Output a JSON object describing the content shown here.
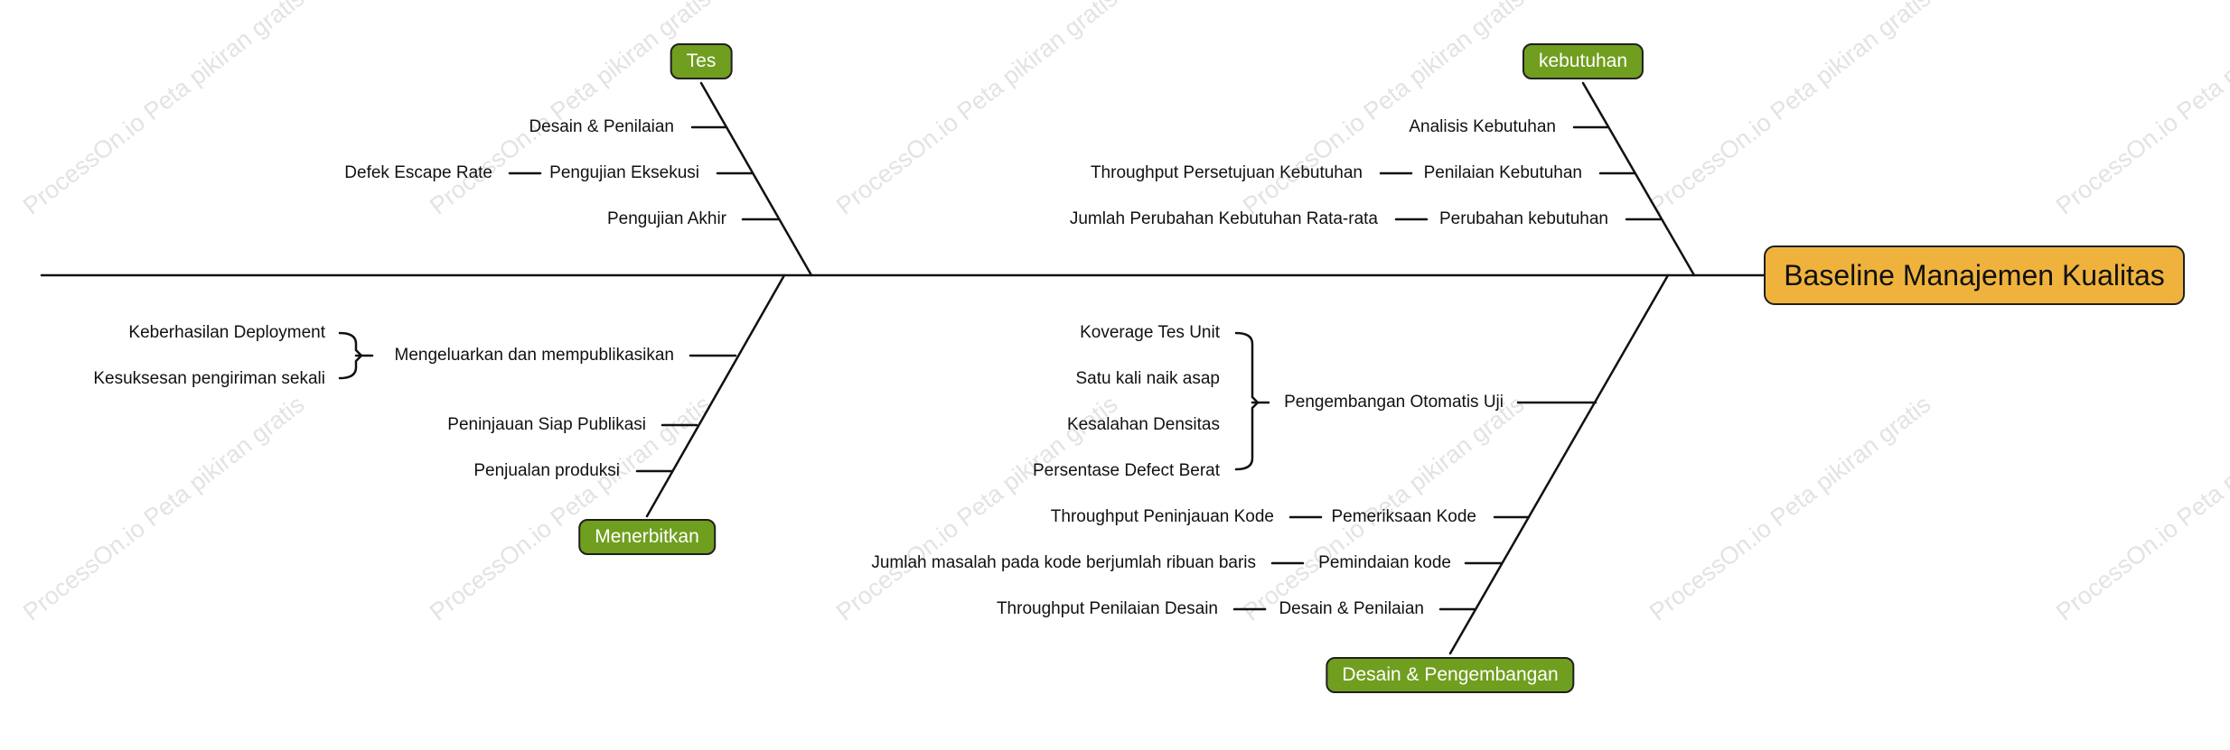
{
  "colors": {
    "head_fill": "#EFB33D",
    "category_fill": "#709E1F",
    "line": "#111111",
    "watermark": "#E3E3E3"
  },
  "head": {
    "label": "Baseline Manajemen Kualitas"
  },
  "categories": {
    "tes": {
      "label": "Tes",
      "causes": [
        "Desain & Penilaian",
        "Pengujian Eksekusi",
        "Pengujian Akhir"
      ],
      "details": {
        "pengujian_eksekusi": "Defek Escape Rate"
      }
    },
    "kebutuhan": {
      "label": "kebutuhan",
      "causes": [
        "Analisis Kebutuhan",
        "Penilaian Kebutuhan",
        "Perubahan kebutuhan"
      ],
      "details": {
        "penilaian_kebutuhan": "Throughput Persetujuan Kebutuhan",
        "perubahan_kebutuhan": "Jumlah Perubahan Kebutuhan Rata-rata"
      }
    },
    "menerbitkan": {
      "label": "Menerbitkan",
      "causes": [
        "Mengeluarkan dan mempublikasikan",
        "Peninjauan Siap Publikasi",
        "Penjualan produksi"
      ],
      "details": {
        "mengeluarkan": [
          "Keberhasilan Deployment",
          "Kesuksesan pengiriman sekali"
        ]
      }
    },
    "desain_pengembangan": {
      "label": "Desain & Pengembangan",
      "causes": [
        "Pengembangan Otomatis Uji",
        "Pemeriksaan Kode",
        "Pemindaian kode",
        "Desain & Penilaian"
      ],
      "details": {
        "pengembangan_otomatis": [
          "Koverage Tes Unit",
          "Satu kali naik asap",
          "Kesalahan Densitas",
          "Persentase Defect Berat"
        ],
        "pemeriksaan_kode": "Throughput Peninjauan Kode",
        "pemindaian_kode": "Jumlah masalah pada kode berjumlah ribuan baris",
        "desain_penilaian": "Throughput Penilaian Desain"
      }
    }
  },
  "watermark": {
    "text": "ProcessOn.io Peta pikiran gratis"
  }
}
